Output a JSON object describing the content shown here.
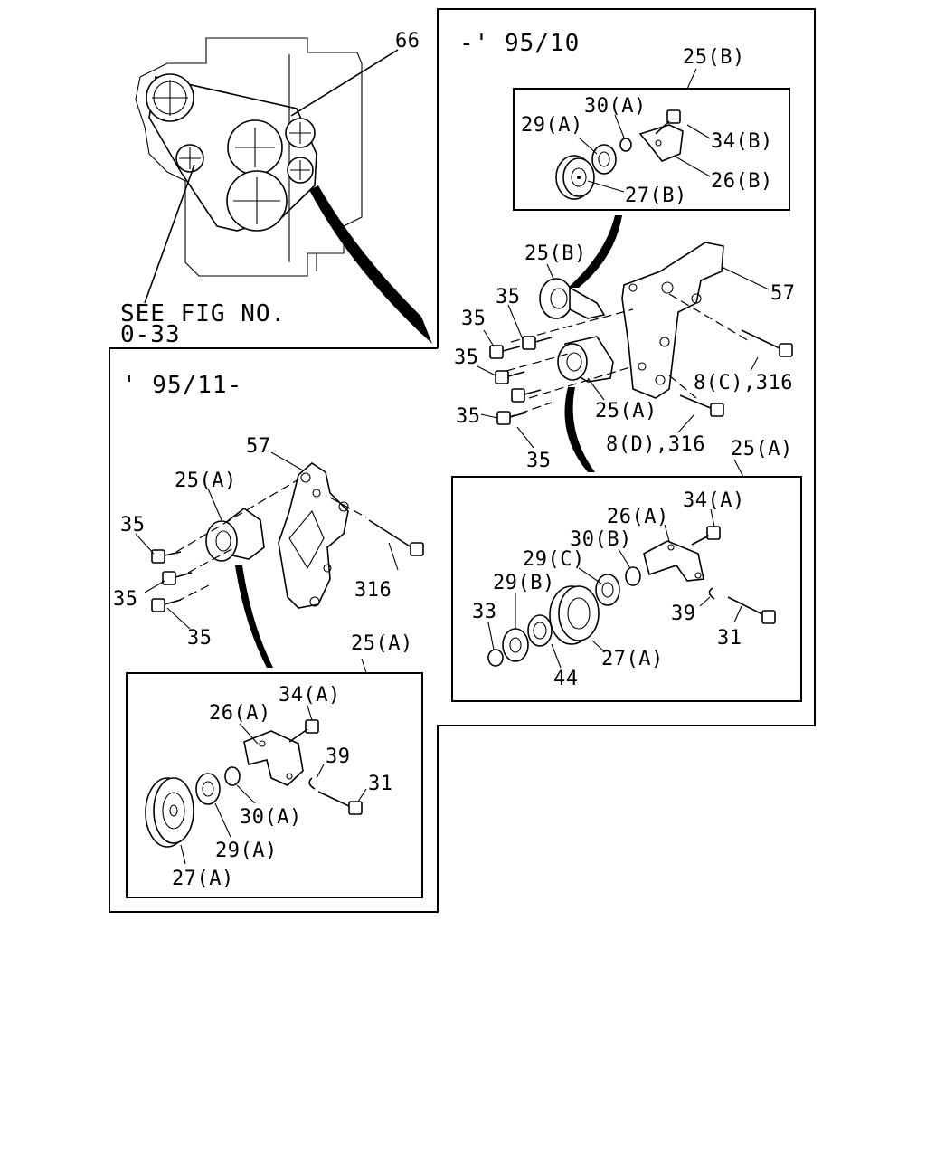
{
  "sections": {
    "early": "-' 95/10",
    "late": "' 95/11-"
  },
  "reference": {
    "line1": "SEE FIG NO.",
    "line2": "0-33"
  },
  "labels": {
    "l66": "66",
    "l25B_top": "25(B)",
    "l30A_top": "30(A)",
    "l29A_top": "29(A)",
    "l34B": "34(B)",
    "l26B": "26(B)",
    "l27B": "27(B)",
    "l25B_mid": "25(B)",
    "l57_right": "57",
    "l35_r1": "35",
    "l35_r2": "35",
    "l35_r3": "35",
    "l35_r4": "35",
    "l35_r5": "35",
    "l25A_mid": "25(A)",
    "l8C": "8(C),316",
    "l8D": "8(D),316",
    "l25A_right": "25(A)",
    "l34A_right": "34(A)",
    "l26A_right": "26(A)",
    "l30B": "30(B)",
    "l29C": "29(C)",
    "l29B": "29(B)",
    "l33": "33",
    "l39_right": "39",
    "l31_right": "31",
    "l44": "44",
    "l27A_right": "27(A)",
    "l57_left": "57",
    "l25A_left": "25(A)",
    "l35_l1": "35",
    "l35_l2": "35",
    "l35_l3": "35",
    "l316": "316",
    "l25A_leftbox": "25(A)",
    "l34A_left": "34(A)",
    "l26A_left": "26(A)",
    "l39_left": "39",
    "l31_left": "31",
    "l30A_left": "30(A)",
    "l29A_left": "29(A)",
    "l27A_left": "27(A)"
  }
}
